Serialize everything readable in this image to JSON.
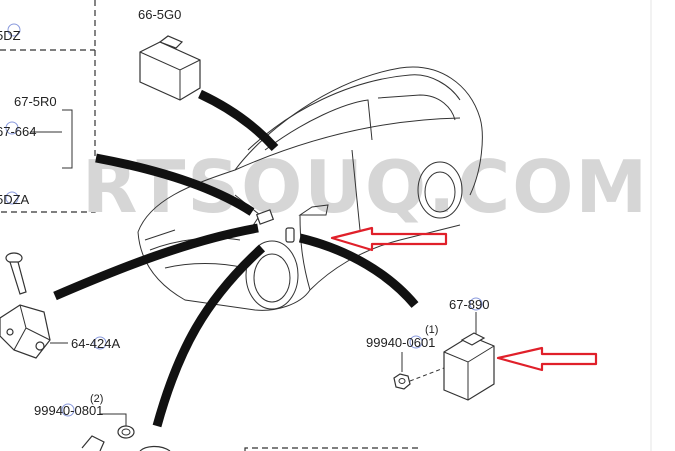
{
  "watermark": "RTSOUQ.COM",
  "labels": {
    "box_top_partial": "5DZ",
    "box_mid_partial": "67-5R0",
    "box_mid2": "67-664",
    "box_bottom_partial": "5DZA",
    "part_66_5g0": "66-5G0",
    "part_64_424a": "64-424A",
    "part_99940_0801": "99940-0801",
    "qty_2": "(2)",
    "part_99940_0601": "99940-0601",
    "qty_1": "(1)",
    "part_67_890": "67-890"
  },
  "colors": {
    "arrow": "#e0202a",
    "watermark": "#d6d6d6",
    "line": "#111111"
  }
}
